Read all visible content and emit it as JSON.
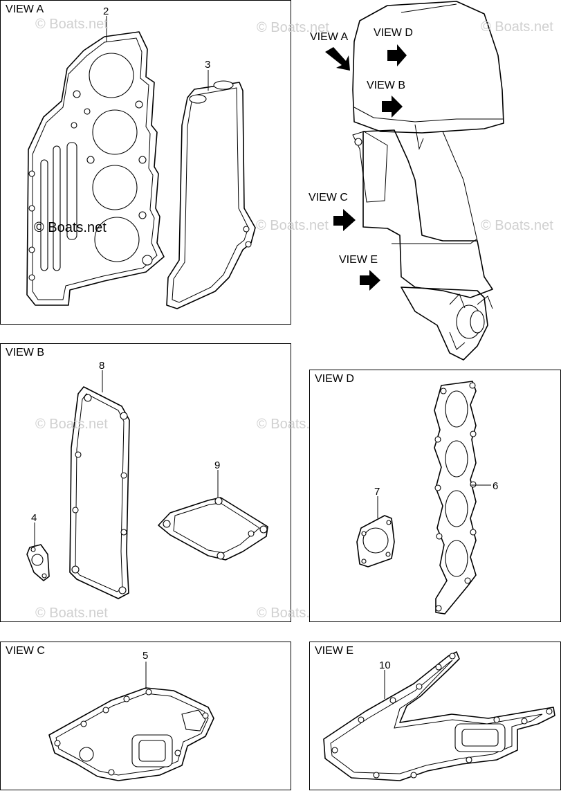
{
  "views": {
    "a": {
      "title": "VIEW A"
    },
    "b": {
      "title": "VIEW B"
    },
    "c": {
      "title": "VIEW C"
    },
    "d": {
      "title": "VIEW D"
    },
    "e": {
      "title": "VIEW E"
    }
  },
  "parts": {
    "p2": "2",
    "p3": "3",
    "p4": "4",
    "p5": "5",
    "p6": "6",
    "p7": "7",
    "p8": "8",
    "p9": "9",
    "p10": "10"
  },
  "engine_labels": {
    "a": "VIEW A",
    "b": "VIEW B",
    "c": "VIEW C",
    "d": "VIEW D",
    "e": "VIEW E"
  },
  "watermark": "© Boats.net",
  "colors": {
    "line": "#000000",
    "watermark": "#d0d0d0",
    "background": "#ffffff"
  }
}
